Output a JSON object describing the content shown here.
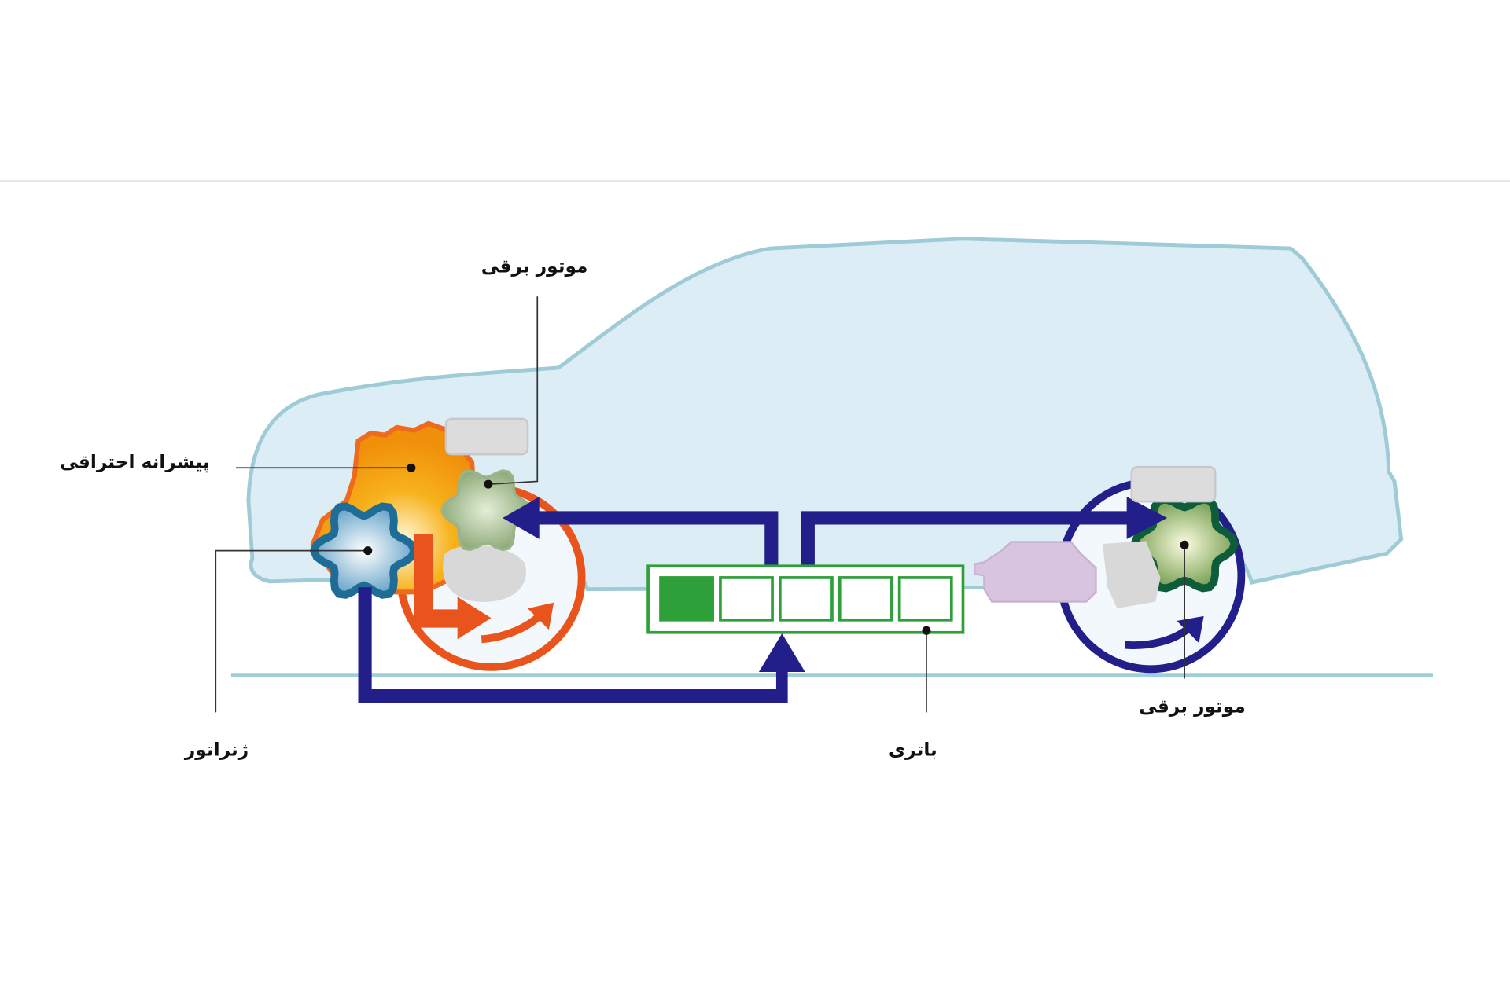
{
  "labels": {
    "front_motor": "موتور برقی",
    "engine": "پیشرانه احتراقی",
    "generator": "ژنراتور",
    "battery": "باتری",
    "rear_motor": "موتور برقی"
  },
  "battery": {
    "cells_total": 5,
    "cells_filled": 1
  },
  "colors": {
    "car_body": "#dcedf6",
    "car_outline": "#9fcbd6",
    "energy_flow": "#231f8a",
    "engine_flow": "#e8541c",
    "battery": "#2ea03a"
  }
}
